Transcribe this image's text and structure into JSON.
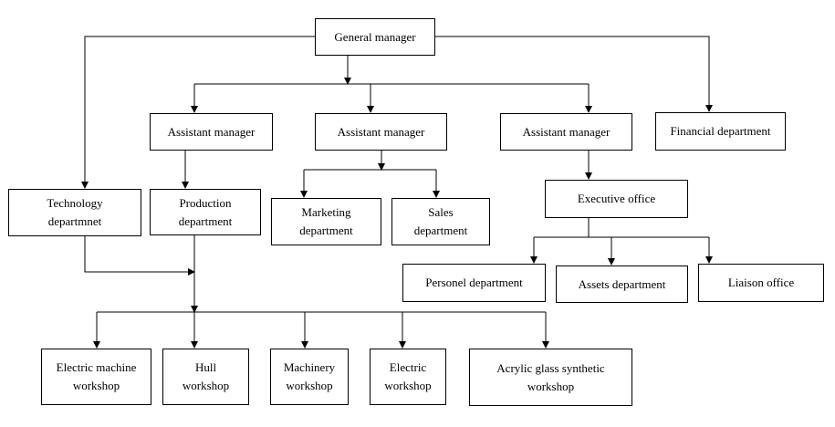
{
  "nodes": {
    "general_manager": "General manager",
    "assistant_manager_1": "Assistant manager",
    "assistant_manager_2": "Assistant manager",
    "assistant_manager_3": "Assistant manager",
    "financial_department": "Financial department",
    "technology_department": "Technology\ndepartmnet",
    "production_department": "Production\ndepartment",
    "marketing_department": "Marketing\ndepartment",
    "sales_department": "Sales\ndepartment",
    "executive_office": "Executive office",
    "personel_department": "Personel department",
    "assets_department": "Assets department",
    "liaison_office": "Liaison office",
    "electric_machine_workshop": "Electric machine\nworkshop",
    "hull_workshop": "Hull\nworkshop",
    "machinery_workshop": "Machinery\nworkshop",
    "electric_workshop": "Electric\nworkshop",
    "acrylic_glass_workshop": "Acrylic glass synthetic\nworkshop"
  },
  "colors": {
    "line": "#000000",
    "box_border": "#000000",
    "background": "#ffffff"
  }
}
